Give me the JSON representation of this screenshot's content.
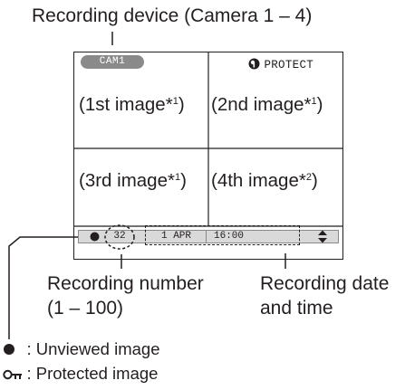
{
  "callouts": {
    "device": "Recording device (Camera 1 – 4)",
    "number_line1": "Recording number",
    "number_line2": "(1 – 100)",
    "datetime_line1": "Recording date",
    "datetime_line2": "and time"
  },
  "screen": {
    "camera_badge": "CAM1",
    "protect_label": "PROTECT",
    "quadrants": [
      {
        "text": "(1st image*",
        "sup": "1",
        "close": ")"
      },
      {
        "text": "(2nd image*",
        "sup": "1",
        "close": ")"
      },
      {
        "text": "(3rd image*",
        "sup": "1",
        "close": ")"
      },
      {
        "text": "(4th image*",
        "sup": "2",
        "close": ")"
      }
    ],
    "recording_number": "32",
    "date": "1 APR",
    "time": "16:00"
  },
  "legend": {
    "unviewed": ": Unviewed image",
    "protected": ": Protected image"
  },
  "icons": {
    "unviewed": "filled-dot-icon",
    "protected": "key-icon",
    "scroll": "up-down-arrows-icon",
    "protect": "protect-key-icon"
  },
  "colors": {
    "ink": "#231f20",
    "badge_fill": "#8a8a8a",
    "status_bar": "#d9d9d9"
  }
}
